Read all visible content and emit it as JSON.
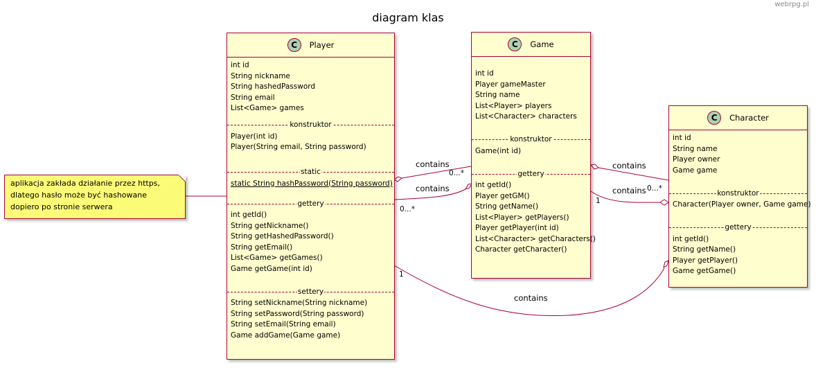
{
  "watermark": "webrpg.pl",
  "title": "diagram klas",
  "classes": {
    "player": {
      "icon": "C",
      "name": "Player",
      "fields": [
        "int id",
        "String nickname",
        "String hashedPassword",
        "String email",
        "List<Game> games"
      ],
      "sections": [
        {
          "label": "konstruktor",
          "members": [
            "Player(int id)",
            "Player(String email, String password)"
          ]
        },
        {
          "label": "static",
          "members": [
            "static String hashPassword(String password)"
          ]
        },
        {
          "label": "gettery",
          "members": [
            "int getId()",
            "String getNickname()",
            "String getHashedPassword()",
            "String getEmail()",
            "List<Game> getGames()",
            "Game getGame(int id)"
          ]
        },
        {
          "label": "settery",
          "members": [
            "String setNickname(String nickname)",
            "String setPassword(String password)",
            "String setEmail(String email)",
            "Game addGame(Game game)"
          ]
        }
      ]
    },
    "game": {
      "icon": "C",
      "name": "Game",
      "fields": [
        "int id",
        "Player gameMaster",
        "String name",
        "List<Player> players",
        "List<Character> characters"
      ],
      "sections": [
        {
          "label": "konstruktor",
          "members": [
            "Game(int id)"
          ]
        },
        {
          "label": "gettery",
          "members": [
            "int getId()",
            "Player getGM()",
            "String getName()",
            "List<Player> getPlayers()",
            "Player getPlayer(int id)",
            "List<Character> getCharacters()",
            "Character getCharacter()"
          ]
        }
      ]
    },
    "character": {
      "icon": "C",
      "name": "Character",
      "fields": [
        "int id",
        "String name",
        "Player owner",
        "Game game"
      ],
      "sections": [
        {
          "label": "konstruktor",
          "members": [
            "Character(Player owner, Game game)"
          ]
        },
        {
          "label": "gettery",
          "members": [
            "int getId()",
            "String getName()",
            "Player getPlayer()",
            "Game getGame()"
          ]
        }
      ]
    }
  },
  "note": {
    "lines": [
      "aplikacja zakłada działanie przez https,",
      "dlatego hasło może być hashowane",
      "dopiero po stronie serwera"
    ]
  },
  "relations": [
    {
      "label": "contains",
      "multiplicity_from": "",
      "multiplicity_to": "0...*"
    },
    {
      "label": "contains",
      "multiplicity_from": "0...*",
      "multiplicity_to": ""
    },
    {
      "label": "contains",
      "multiplicity_from": "",
      "multiplicity_to": "0...*"
    },
    {
      "label": "contains",
      "multiplicity_from": "1",
      "multiplicity_to": ""
    },
    {
      "label": "contains",
      "multiplicity_from": "1",
      "multiplicity_to": ""
    }
  ],
  "colors": {
    "border": "#a80036",
    "class_fill": "#fefece",
    "note_fill": "#fbfb77",
    "icon_fill": "#add1b2"
  }
}
